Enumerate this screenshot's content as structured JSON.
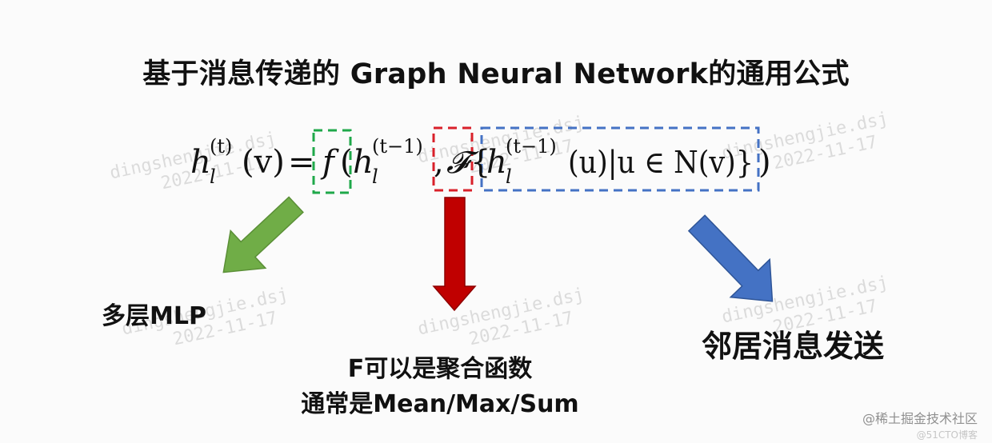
{
  "title": "基于消息传递的 Graph Neural Network的通用公式",
  "formula": {
    "lhs_h": "h",
    "lhs_sup": "(t)",
    "lhs_sub": "l",
    "lhs_arg": "(v)",
    "equals": "=",
    "f": "f",
    "paren_open": "(",
    "h1": "h",
    "h1_sup": "(t−1)",
    "h1_sub": "l",
    "comma": ",",
    "agg": "𝓕",
    "brace_open": "{",
    "h2": "h",
    "h2_sup": "(t−1)",
    "h2_sub": "l",
    "neighbor": "(u)|u ∈ N(v)}",
    "paren_close": ")"
  },
  "labels": {
    "mlp": "多层MLP",
    "agg_line1": "F可以是聚合函数",
    "agg_line2": "通常是Mean/Max/Sum",
    "send": "邻居消息发送"
  },
  "watermark": {
    "line1": "dingshengjie.dsj",
    "line2": "2022-11-17"
  },
  "site": {
    "main": "@稀土掘金技术社区",
    "sub": "@51CTO博客"
  },
  "colors": {
    "green": "#1fa84a",
    "red": "#d9202a",
    "blue": "#4472c4",
    "arrow_green": "#70ad47",
    "arrow_red": "#c00000",
    "arrow_blue": "#4472c4"
  }
}
